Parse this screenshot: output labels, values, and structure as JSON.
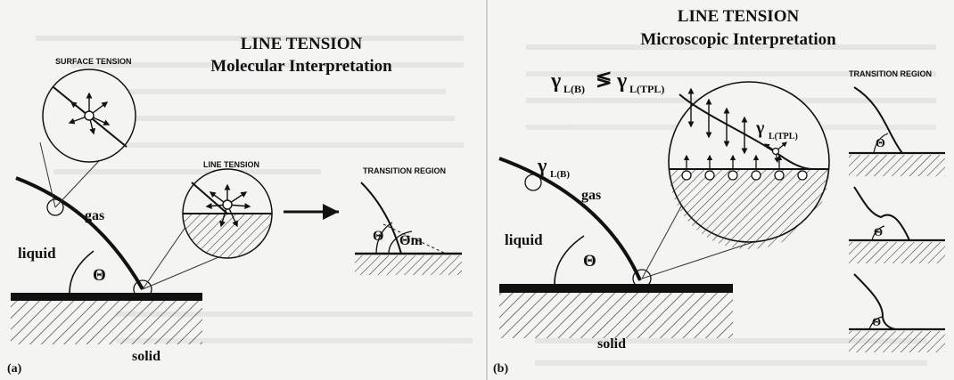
{
  "panel_a": {
    "tag": "(a)",
    "title": "LINE TENSION",
    "subtitle": "Molecular Interpretation",
    "surface_tension": "SURFACE TENSION",
    "line_tension": "LINE TENSION",
    "transition_region": "TRANSITION REGION",
    "gas": "gas",
    "liquid": "liquid",
    "solid": "solid",
    "theta": "Θ",
    "theta_m": "Θm"
  },
  "panel_b": {
    "tag": "(b)",
    "title": "LINE TENSION",
    "subtitle": "Microscopic Interpretation",
    "eq_lhs": "γ",
    "eq_lhs_sub": "L(B)",
    "eq_rel": "≶",
    "eq_rhs": "γ",
    "eq_rhs_sub": "L(TPL)",
    "gamma_lb": "γ",
    "gamma_lb_sub": "L(B)",
    "gamma_tpl": "γ",
    "gamma_tpl_sub": "L(TPL)",
    "transition_region": "TRANSITION REGION",
    "gas": "gas",
    "liquid": "liquid",
    "solid": "solid",
    "theta": "Θ"
  }
}
